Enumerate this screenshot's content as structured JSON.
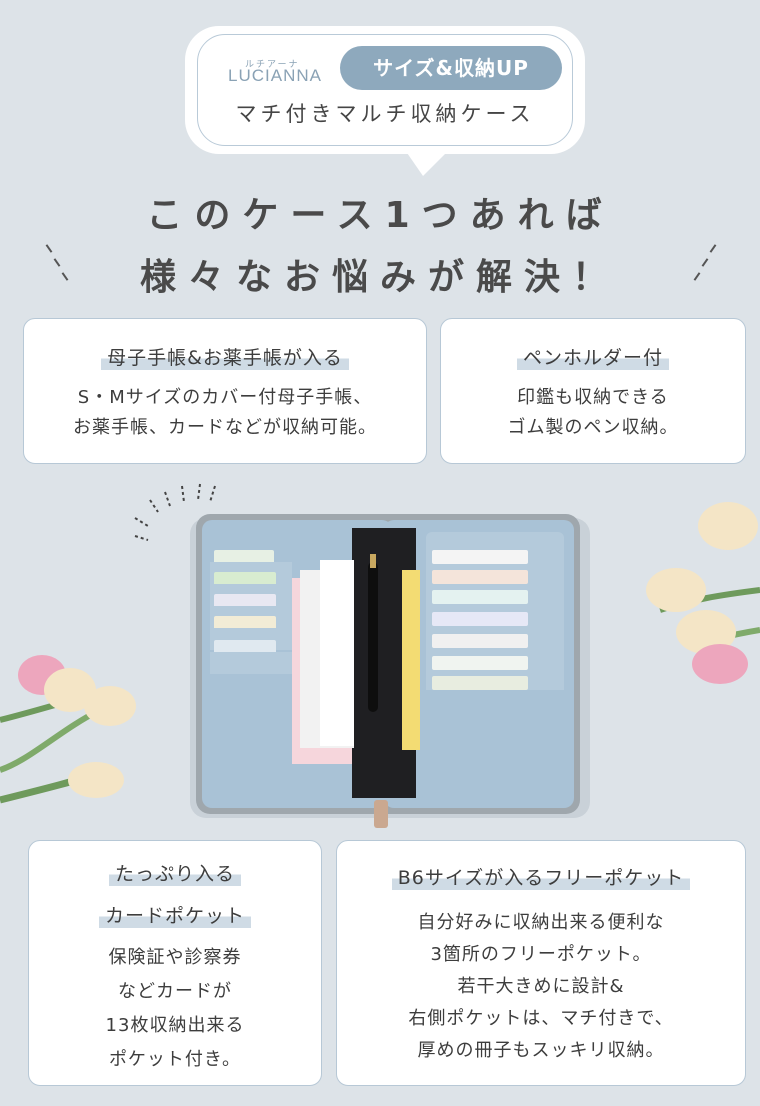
{
  "header": {
    "brand_kana": "ルチアーナ",
    "brand": "LUCIANNA",
    "badge": "サイズ&収納UP",
    "subtitle": "マチ付きマルチ収納ケース"
  },
  "headline": {
    "line1": "このケース1つあれば",
    "line2": "様々なお悩みが解決！"
  },
  "features": {
    "f1": {
      "title": "母子手帳&お薬手帳が入る",
      "lines": [
        "S・Mサイズのカバー付母子手帳、",
        "お薬手帳、カードなどが収納可能。"
      ]
    },
    "f2": {
      "title": "ペンホルダー付",
      "lines": [
        "印鑑も収納できる",
        "ゴム製のペン収納。"
      ]
    },
    "f3": {
      "title1": "たっぷり入る",
      "title2": "カードポケット",
      "lines": [
        "保険証や診察券",
        "などカードが",
        "13枚収納出来る",
        "ポケット付き。"
      ]
    },
    "f4": {
      "title": "B6サイズが入るフリーポケット",
      "lines": [
        "自分好みに収納出来る便利な",
        "3箇所のフリーポケット。",
        "若干大きめに設計&",
        "右側ポケットは、マチ付きで、",
        "厚めの冊子もスッキリ収納。"
      ]
    }
  },
  "colors": {
    "background": "#dde3e8",
    "accent": "#8ea9bd",
    "case": "#a9c2d6"
  }
}
